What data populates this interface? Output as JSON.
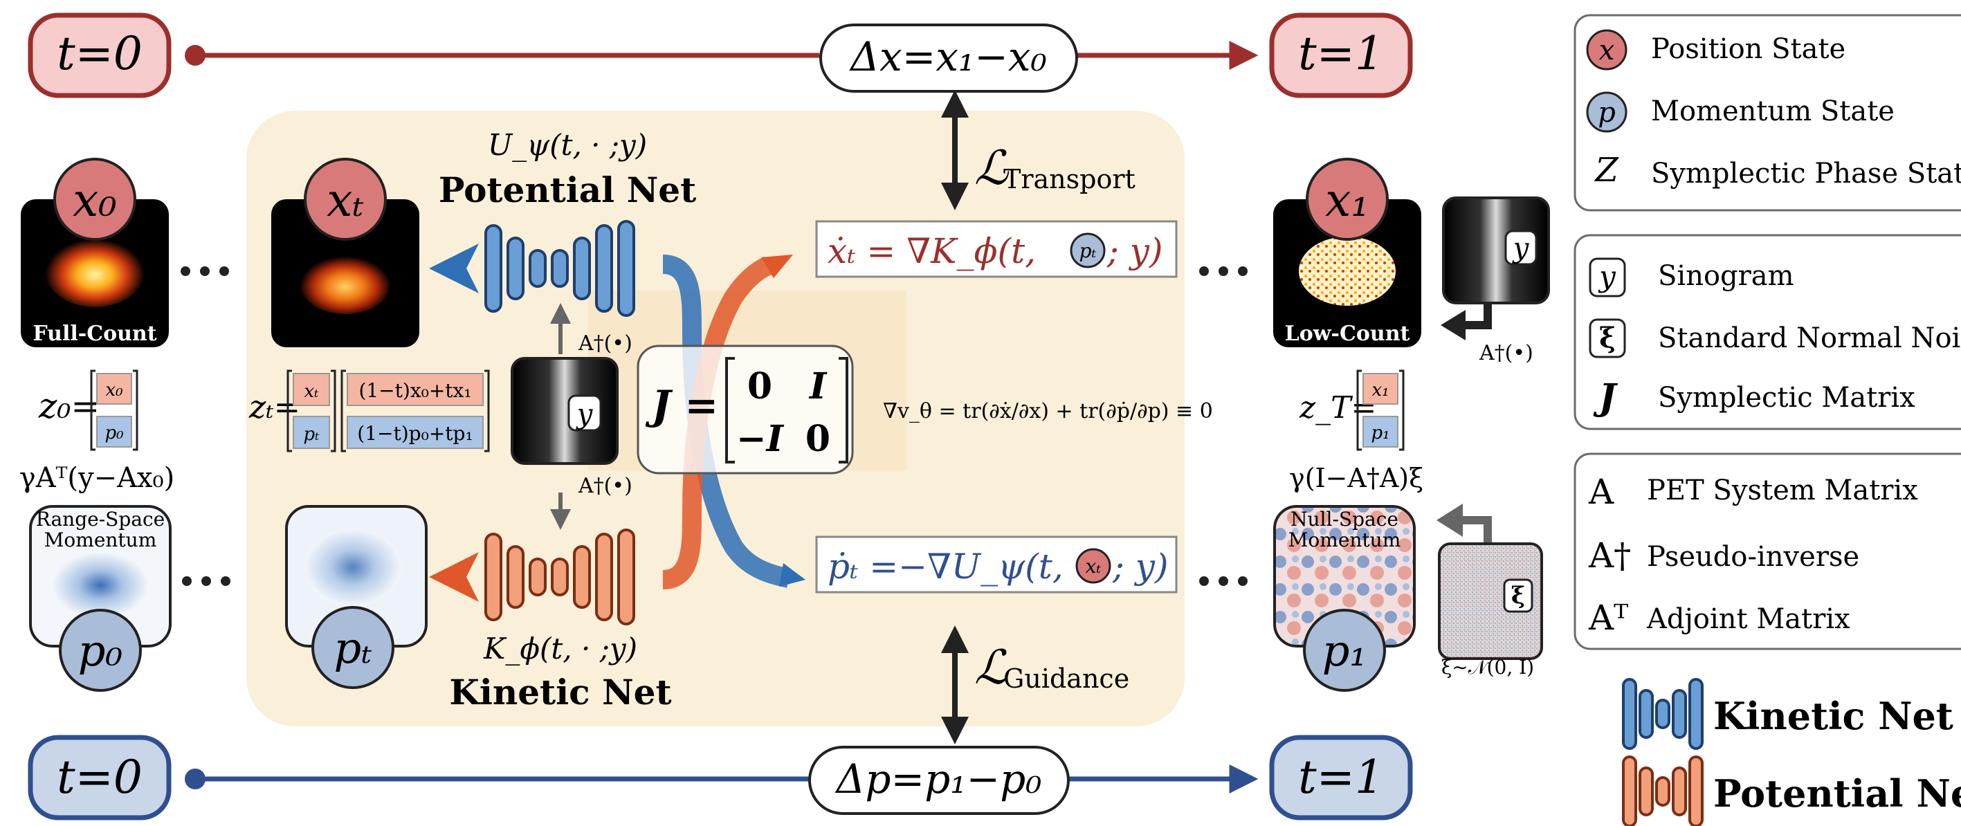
{
  "timeline": {
    "t0_label": "t=0",
    "t1_label": "t=1",
    "delta_x": "Δx=x₁−x₀",
    "delta_p": "Δp=p₁−p₀"
  },
  "losses": {
    "transport": "ℒ",
    "transport_sub": "Transport",
    "guidance": "ℒ",
    "guidance_sub": "Guidance"
  },
  "potential_net": {
    "signature": "U_ψ(t, · ;y)",
    "title": "Potential Net"
  },
  "kinetic_net": {
    "signature": "K_ϕ(t, · ;y)",
    "title": "Kinetic Net"
  },
  "states": {
    "x0": "x₀",
    "xt": "xₜ",
    "x1": "x₁",
    "p0": "p₀",
    "pt": "pₜ",
    "p1": "p₁",
    "y": "y",
    "xi": "ξ"
  },
  "labels": {
    "full_count": "Full-Count",
    "low_count": "Low-Count",
    "range_space_1": "Range-Space",
    "range_space_2": "Momentum",
    "null_space_1": "Null-Space",
    "null_space_2": "Momentum",
    "pinv_op": "A†(•)",
    "gamma_range": "γAᵀ(y−Ax₀)",
    "gamma_null": "γ(I−A†A)ξ",
    "xi_dist": "ξ∼𝒩(0, I)"
  },
  "z_vectors": {
    "z0": "z₀=",
    "zt": "zₜ=",
    "zT": "z_T=",
    "x0": "x₀",
    "p0": "p₀",
    "xt": "xₜ",
    "pt": "pₜ",
    "x1": "x₁",
    "p1": "p₁",
    "xt_interp": "(1−t)x₀+tx₁",
    "pt_interp": "(1−t)p₀+tp₁"
  },
  "equations": {
    "xdot": "ẋₜ = ∇K_ϕ(t,",
    "xdot_tail": "; y)",
    "pdot": "ṗₜ =−∇U_ψ(t,",
    "pdot_tail": "; y)",
    "x_circle": "pₜ",
    "p_circle": "xₜ",
    "divergence": "∇v_θ = tr(∂ẋ/∂x) + tr(∂ṗ/∂p) ≡ 0",
    "j_label": "J =",
    "j_m11": "0",
    "j_m12": "I",
    "j_m21": "−I",
    "j_m22": "0"
  },
  "legend": {
    "group1": [
      {
        "symbol": "x",
        "label": "Position State"
      },
      {
        "symbol": "p",
        "label": "Momentum State"
      },
      {
        "symbol": "Z",
        "label": "Symplectic Phase State"
      }
    ],
    "group2": [
      {
        "symbol": "y",
        "label": "Sinogram"
      },
      {
        "symbol": "ξ",
        "label": "Standard Normal Noise"
      },
      {
        "symbol": "J",
        "label": "Symplectic Matrix"
      }
    ],
    "group3": [
      {
        "symbol": "A",
        "label": "PET System Matrix"
      },
      {
        "symbol": "A†",
        "label": "Pseudo-inverse"
      },
      {
        "symbol": "Aᵀ",
        "label": "Adjoint Matrix"
      }
    ],
    "kinetic": "Kinetic Net",
    "potential": "Potential Net"
  },
  "colors": {
    "red": "#9c2f2c",
    "red_fill": "#f6cccc",
    "blue": "#2f4f8f",
    "blue_fill": "#c9d6e8",
    "panel": "#faefd8",
    "net_blue": "#6a9fd6",
    "net_orange": "#f2a07a"
  }
}
